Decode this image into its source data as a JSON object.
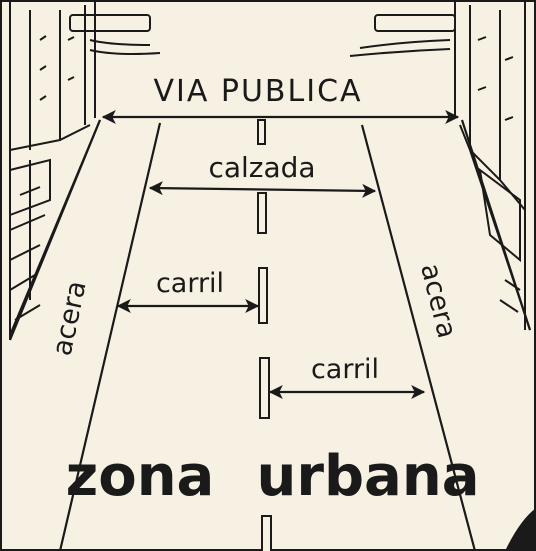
{
  "labels": {
    "via_publica": "VIA PUBLICA",
    "calzada": "calzada",
    "carril_left": "carril",
    "carril_right": "carril",
    "acera_left": "acera",
    "acera_right": "acera",
    "zona": "zona",
    "urbana": "urbana"
  },
  "colors": {
    "paper": "#f7f1e3",
    "ink": "#1a1a1a"
  }
}
